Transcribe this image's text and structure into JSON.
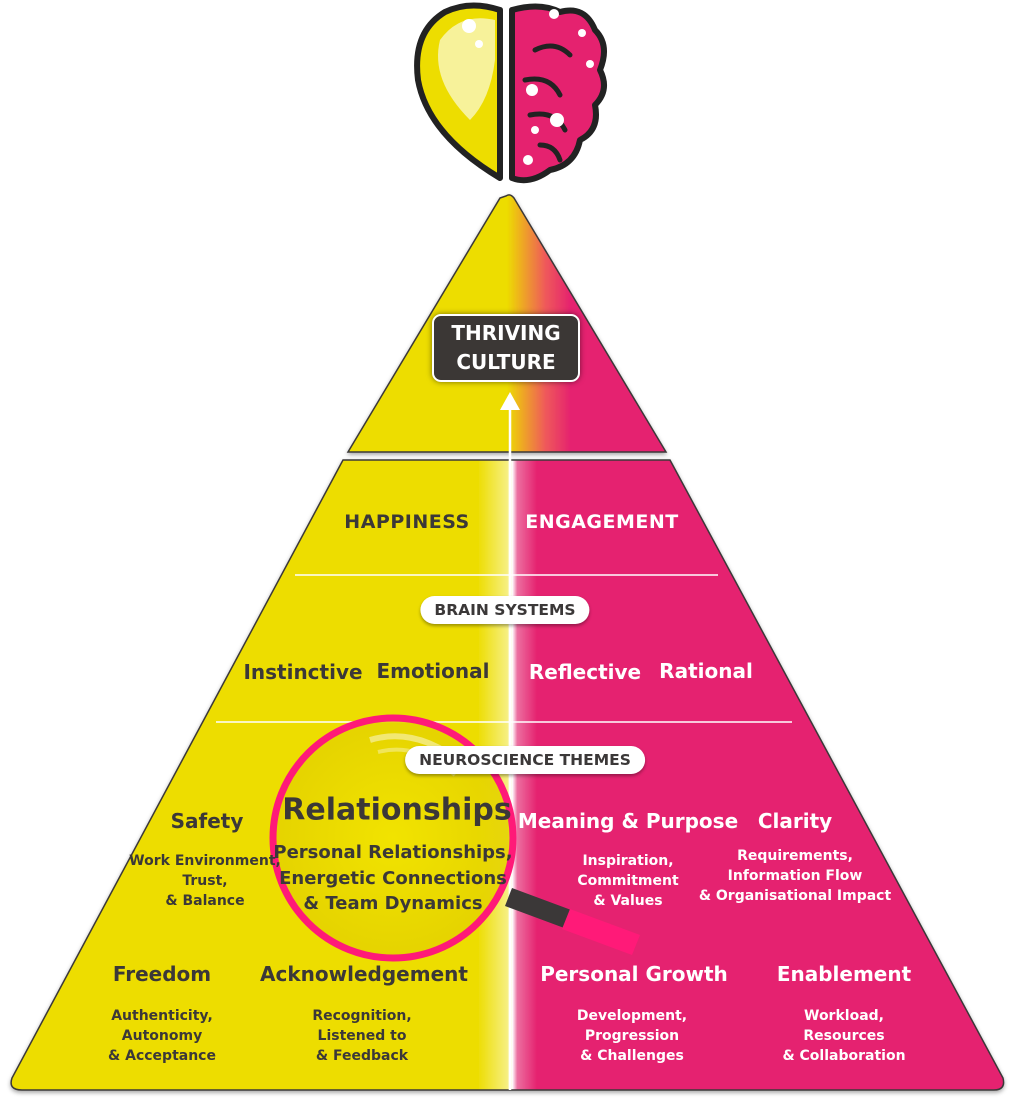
{
  "colors": {
    "yellow": "#EDDD00",
    "pink": "#E5226F",
    "dark": "#3b3838"
  },
  "logo": {
    "icon": "heart-brain-icon"
  },
  "apex": {
    "line1": "THRIVING",
    "line2": "CULTURE"
  },
  "outcomes": {
    "left": "HAPPINESS",
    "right": "ENGAGEMENT"
  },
  "brain_systems": {
    "label": "BRAIN SYSTEMS",
    "items": [
      "Instinctive",
      "Emotional",
      "Reflective",
      "Rational"
    ]
  },
  "themes": {
    "label": "NEUROSCIENCE THEMES",
    "safety": {
      "title": "Safety",
      "lines": [
        "Work Environment,",
        "Trust,",
        "& Balance"
      ]
    },
    "relationships": {
      "title": "Relationships",
      "lines": [
        "Personal Relationships,",
        "Energetic Connections",
        "& Team Dynamics"
      ]
    },
    "meaning": {
      "title": "Meaning & Purpose",
      "lines": [
        "Inspiration,",
        "Commitment",
        "& Values"
      ]
    },
    "clarity": {
      "title": "Clarity",
      "lines": [
        "Requirements,",
        "Information Flow",
        "& Organisational Impact"
      ]
    },
    "freedom": {
      "title": "Freedom",
      "lines": [
        "Authenticity,",
        "Autonomy",
        "& Acceptance"
      ]
    },
    "acknowledgement": {
      "title": "Acknowledgement",
      "lines": [
        "Recognition,",
        "Listened to",
        "& Feedback"
      ]
    },
    "growth": {
      "title": "Personal Growth",
      "lines": [
        "Development,",
        "Progression",
        "& Challenges"
      ]
    },
    "enablement": {
      "title": "Enablement",
      "lines": [
        "Workload,",
        "Resources",
        "& Collaboration"
      ]
    }
  }
}
